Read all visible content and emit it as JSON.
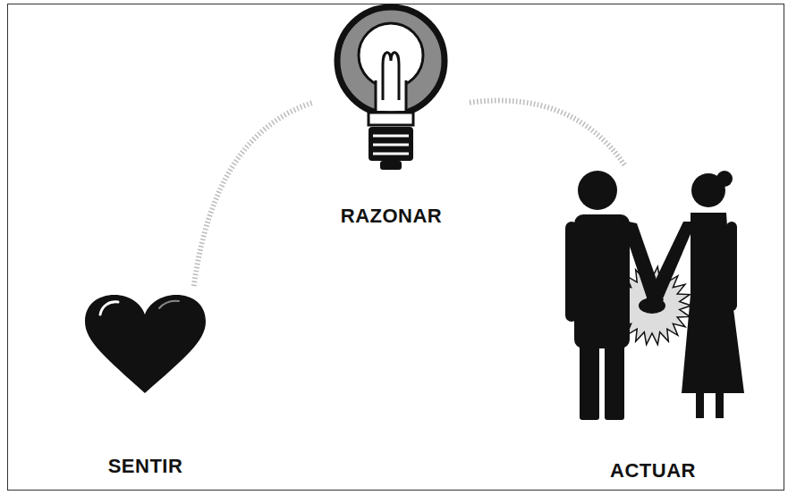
{
  "diagram": {
    "nodes": [
      {
        "text": [
          "RAZONAR"
        ]
      },
      {
        "text": [
          "SENTIR"
        ]
      },
      {
        "text": [
          "ACTUAR"
        ]
      }
    ],
    "edges": [
      {
        "from": 1,
        "to": 0,
        "arrow": "none"
      },
      {
        "from": 0,
        "to": 2,
        "arrow": "none"
      }
    ]
  }
}
